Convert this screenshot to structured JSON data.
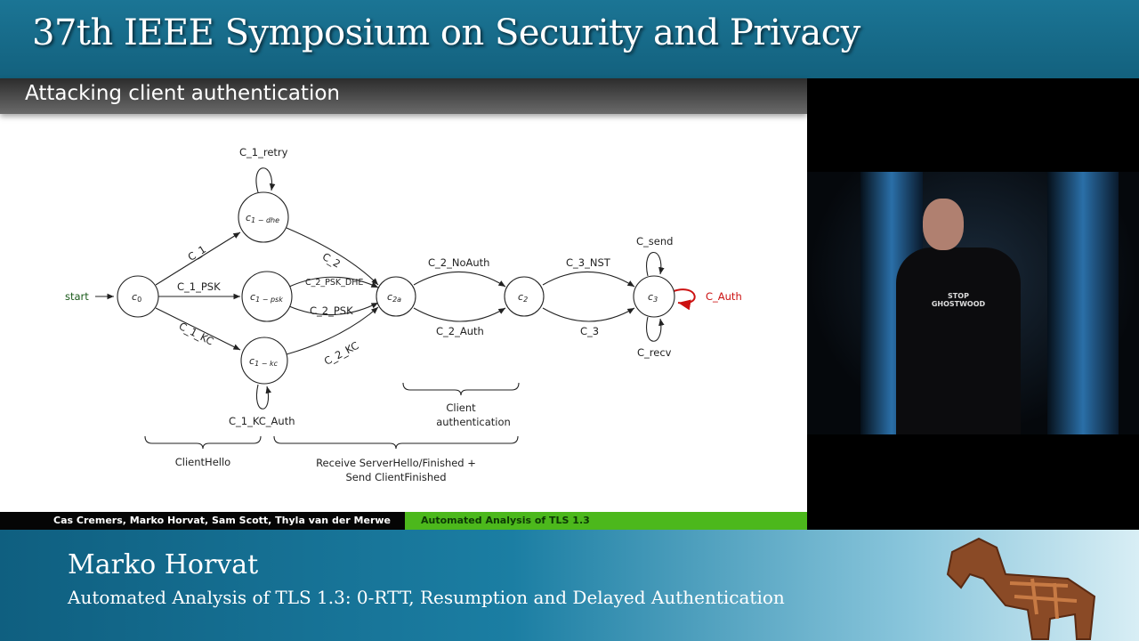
{
  "conference_title": "37th IEEE Symposium on Security and Privacy",
  "slide": {
    "title": "Attacking client authentication",
    "diagram": {
      "start": "start",
      "nodes": {
        "c0": "c",
        "c0_sub": "0",
        "c1dhe": "c",
        "c1dhe_sub": "1 − dhe",
        "c1psk": "c",
        "c1psk_sub": "1 − psk",
        "c1kc": "c",
        "c1kc_sub": "1 − kc",
        "c2a": "c",
        "c2a_sub": "2a",
        "c2": "c",
        "c2_sub": "2",
        "c3": "c",
        "c3_sub": "3"
      },
      "edges": {
        "c1_retry": "C_1_retry",
        "c1": "C_1",
        "c1_psk": "C_1_PSK",
        "c1_kc": "C_1_KC",
        "c1_kc_auth": "C_1_KC_Auth",
        "c2": "C_2",
        "c2_psk_dhe": "C_2_PSK_DHE",
        "c2_psk": "C_2_PSK",
        "c2_kc": "C_2_KC",
        "c2_noauth": "C_2_NoAuth",
        "c2_auth": "C_2_Auth",
        "c3_nst": "C_3_NST",
        "c3": "C_3",
        "c_send": "C_send",
        "c_recv": "C_recv",
        "c_auth": "C_Auth"
      },
      "braces": {
        "client_auth_1": "Client",
        "client_auth_2": "authentication",
        "client_hello": "ClientHello",
        "receive_1": "Receive ServerHello/Finished +",
        "receive_2": "Send ClientFinished"
      },
      "highlight_color": "#cc1111"
    },
    "footer_authors": "Cas Cremers, Marko Horvat, Sam Scott, Thyla van der Merwe",
    "footer_title": "Automated Analysis of TLS 1.3"
  },
  "video": {
    "shirt_text": "STOP GHOSTWOOD"
  },
  "speaker_name": "Marko Horvat",
  "talk_title": "Automated Analysis of TLS 1.3: 0-RTT, Resumption and Delayed Authentication"
}
